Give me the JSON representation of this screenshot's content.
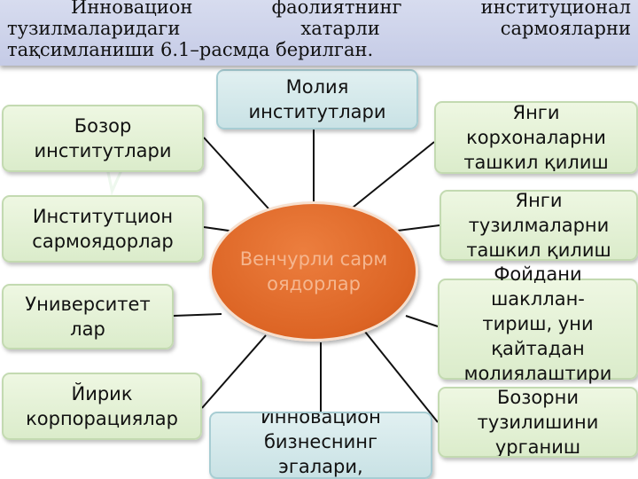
{
  "header": {
    "line1": "Инновацион фаолиятнинг институционал",
    "line2": "тузилмаларидаги хатарли сармояларни",
    "line3": "тақсимланиши 6.1–расмда берилган."
  },
  "center": {
    "label": "Венчурли сармоядорлар"
  },
  "nodes": {
    "moliya": "Молия\nинститутлари",
    "bozor": "Бозор\nинститутлари",
    "institutsion": "Институтцион\nсармоядорлар",
    "universitet": "Университет\nлар",
    "yirik": "Йирик\nкорпорациялар",
    "innovatsion": "Инновацион\nбизнеснинг\nэгалари,",
    "yangi_korxona": "Янги\nкорхоналарни\nташкил қилиш",
    "yangi_tuzilma": "Янги\nтузилмаларни\nташкил қилиш",
    "foyda": "Фойдани\nшакллан-\nтириш, уни\nқайтадан\nмолиялаштири",
    "bozor_tuzilish": "Бозорни\nтузилишини\nурганиш"
  }
}
